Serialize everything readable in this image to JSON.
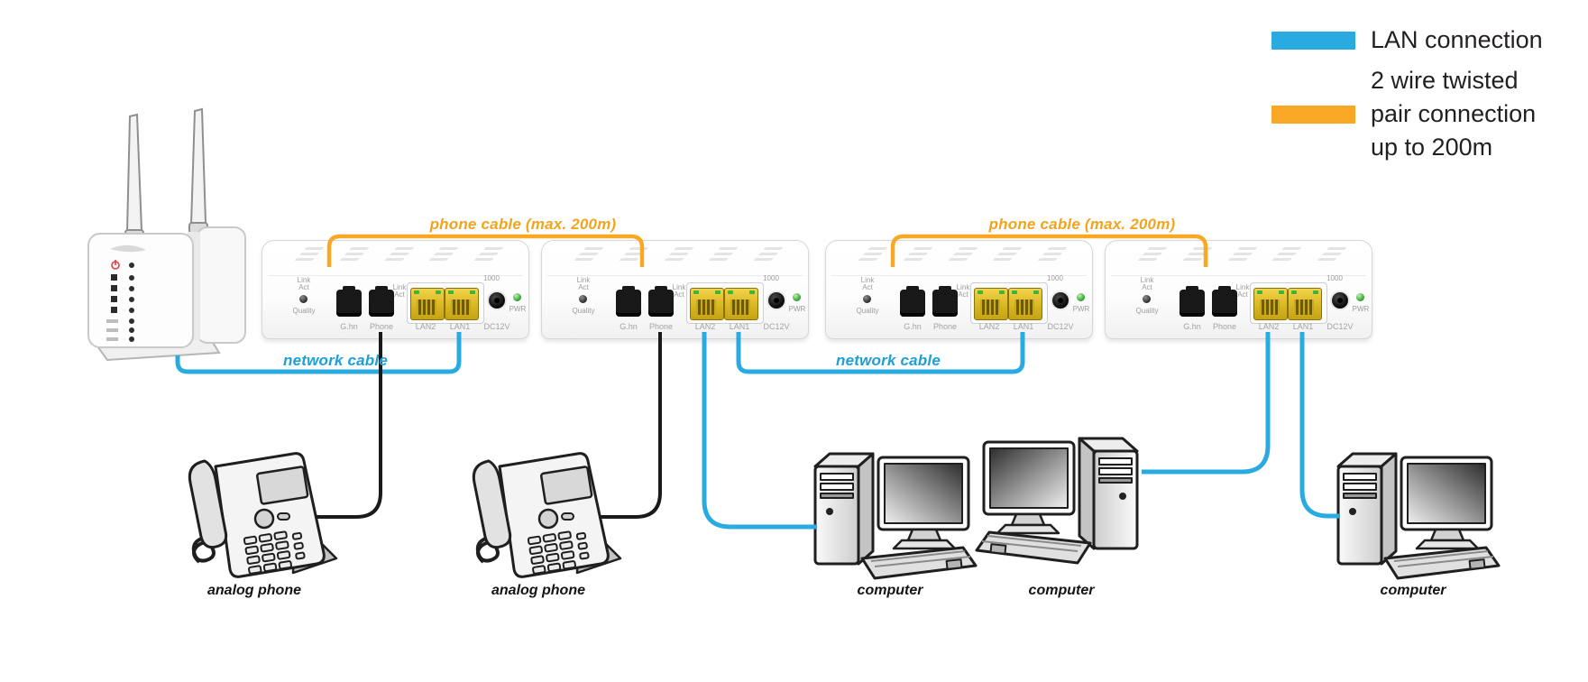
{
  "colors": {
    "lan_cable": "#29ABE2",
    "twisted_pair_cable": "#F9A825",
    "phone_line_cable": "#1a1a1a"
  },
  "legend": {
    "items": [
      {
        "color": "#29ABE2",
        "lines": [
          "LAN connection"
        ]
      },
      {
        "color": "#F9A825",
        "lines": [
          "2 wire twisted",
          "pair connection",
          "up to 200m"
        ]
      }
    ]
  },
  "cable_labels": {
    "phone_cable": "phone cable (max. 200m)",
    "network_cable": "network cable"
  },
  "modem": {
    "link": "Link",
    "act": "Act",
    "quality": "Quality",
    "ghn": "G.hn",
    "phone": "Phone",
    "lan2": "LAN2",
    "lan1": "LAN1",
    "speed": "1000",
    "dc": "DC12V",
    "pwr": "PWR"
  },
  "device_labels": {
    "analog_phone": "analog phone",
    "computer": "computer"
  }
}
